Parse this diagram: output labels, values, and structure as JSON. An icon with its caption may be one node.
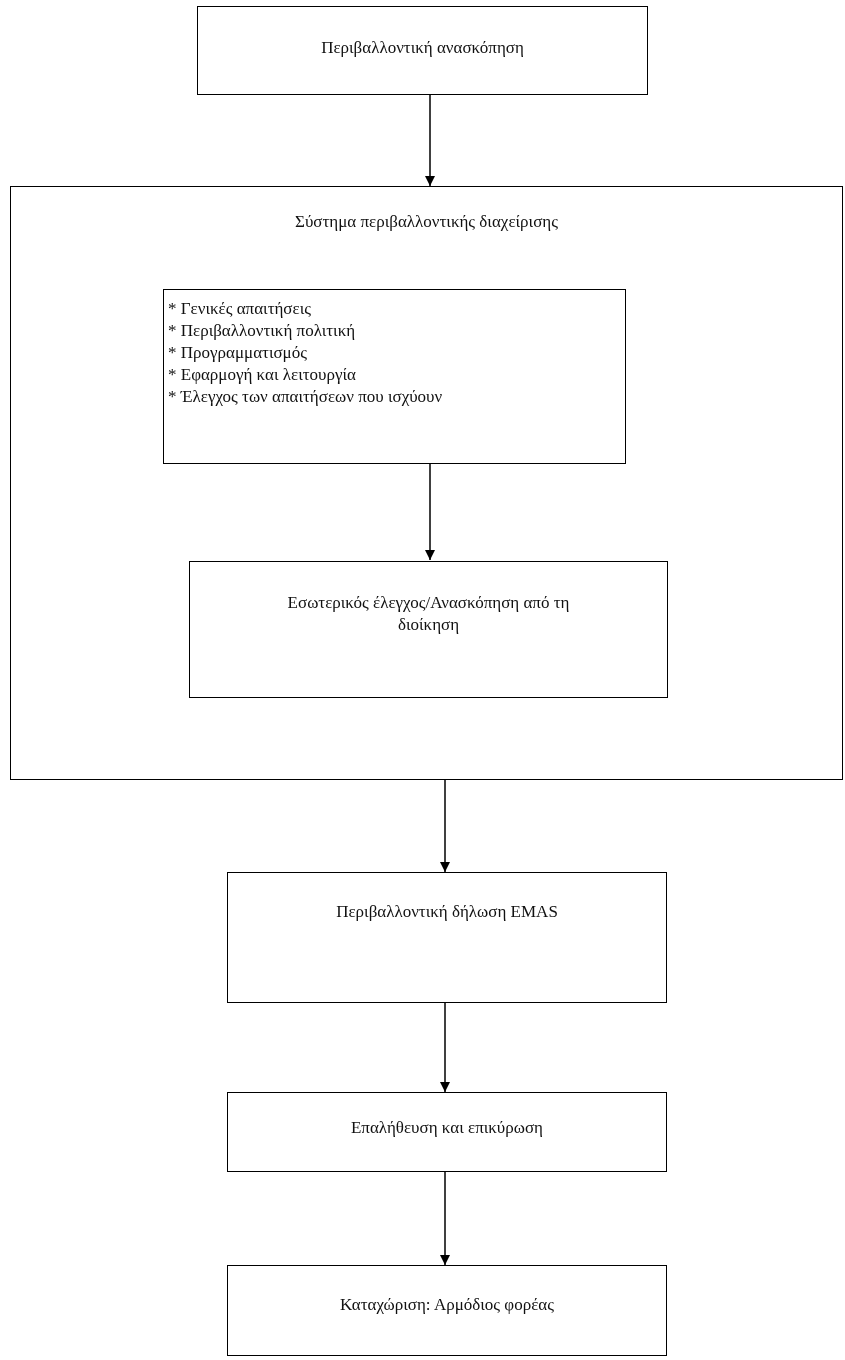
{
  "diagram": {
    "nodes": [
      {
        "text": [
          "Περιβαλλοντική ανασκόπηση"
        ]
      },
      {
        "text": [
          "Σύστημα περιβαλλοντικής διαχείρισης"
        ]
      },
      {
        "text": [
          "* Γενικές απαιτήσεις",
          "* Περιβαλλοντική πολιτική",
          "* Προγραμματισμός",
          "* Εφαρμογή και λειτουργία",
          "* Έλεγχος των απαιτήσεων που ισχύουν"
        ],
        "in": 1
      },
      {
        "text": [
          "Εσωτερικός έλεγχος/Ανασκόπηση από τη διοίκηση"
        ],
        "in": 1
      },
      {
        "text": [
          "Περιβαλλοντική δήλωση EMAS"
        ]
      },
      {
        "text": [
          "Επαλήθευση και επικύρωση"
        ]
      },
      {
        "text": [
          "Καταχώριση: Αρμόδιος φορέας"
        ]
      }
    ],
    "edges": [
      {
        "from": 0,
        "to": 1,
        "arrow": "to"
      },
      {
        "from": 2,
        "to": 3,
        "arrow": "to"
      },
      {
        "from": 1,
        "to": 4,
        "arrow": "to"
      },
      {
        "from": 4,
        "to": 5,
        "arrow": "to"
      },
      {
        "from": 5,
        "to": 6,
        "arrow": "to"
      }
    ]
  }
}
